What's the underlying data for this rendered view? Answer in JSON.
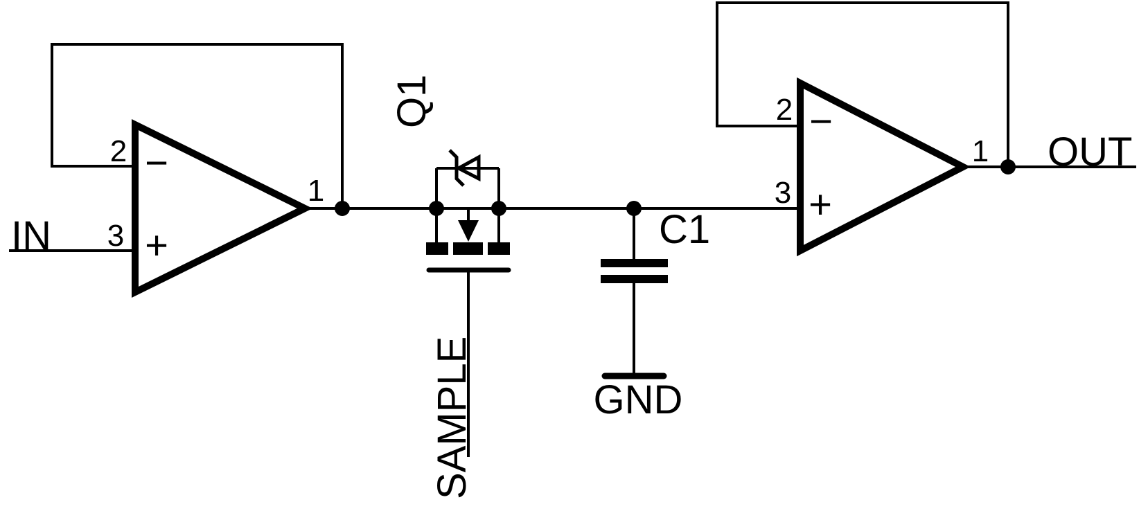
{
  "schematic": {
    "colors": {
      "ink": "#000000",
      "background": "#ffffff"
    },
    "nets": {
      "input": "IN",
      "output": "OUT",
      "ground": "GND",
      "control": "SAMPLE"
    },
    "components": {
      "transistor": "Q1",
      "hold_capacitor": "C1"
    },
    "opamp_left": {
      "pin_inverting": "2",
      "pin_noninverting": "3",
      "pin_output": "1",
      "inverting_sign": "−",
      "noninverting_sign": "+"
    },
    "opamp_right": {
      "pin_inverting": "2",
      "pin_noninverting": "3",
      "pin_output": "1",
      "inverting_sign": "−",
      "noninverting_sign": "+"
    }
  }
}
